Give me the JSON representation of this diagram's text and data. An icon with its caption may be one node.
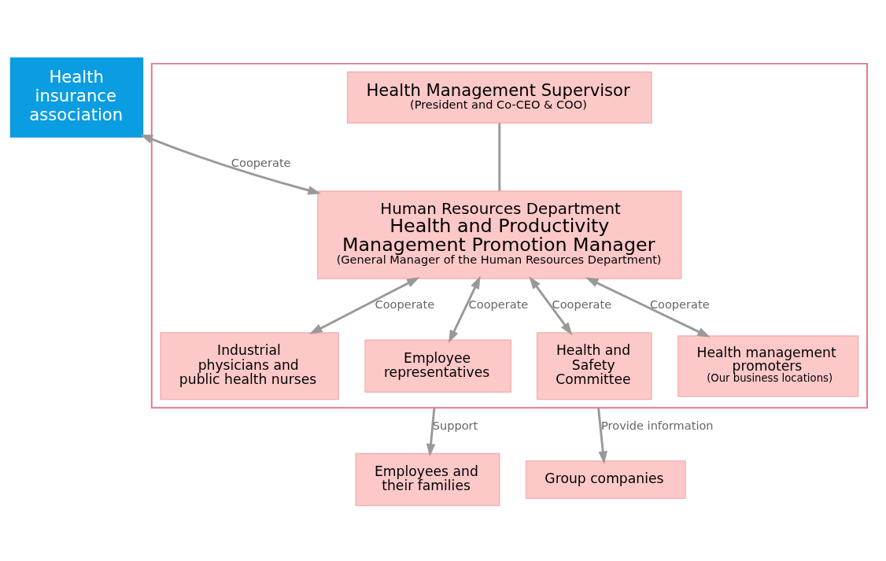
{
  "diagram": {
    "nodes": [
      {
        "text": [],
        "shape": "box"
      },
      {
        "text": [
          "Health Management Supervisor",
          "(President and Co-CEO & COO)"
        ],
        "in": 0
      },
      {
        "text": [
          "Human Resources Department",
          "Health and Productivity Management Promotion Manager",
          "(General Manager of the Human Resources Department)"
        ],
        "in": 0
      },
      {
        "text": [
          "Industrial physicians and public health nurses"
        ],
        "in": 0
      },
      {
        "text": [
          "Employee representatives"
        ],
        "in": 0
      },
      {
        "text": [
          "Health and Safety Committee"
        ],
        "in": 0
      },
      {
        "text": [
          "Health management promoters",
          "(Our business locations)"
        ],
        "in": 0
      },
      {
        "text": [
          "Health insurance association"
        ]
      },
      {
        "text": [
          "Employees and their families"
        ]
      },
      {
        "text": [
          "Group companies"
        ]
      }
    ],
    "edges": [
      {
        "from": 1,
        "to": 2,
        "arrow": "none"
      },
      {
        "from": 7,
        "to": 2,
        "arrow": "both",
        "label": "Cooperate"
      },
      {
        "from": 2,
        "to": 3,
        "arrow": "both",
        "label": "Cooperate"
      },
      {
        "from": 2,
        "to": 4,
        "arrow": "both",
        "label": "Cooperate"
      },
      {
        "from": 2,
        "to": 5,
        "arrow": "both",
        "label": "Cooperate"
      },
      {
        "from": 2,
        "to": 6,
        "arrow": "both",
        "label": "Cooperate"
      },
      {
        "from": 0,
        "to": 8,
        "arrow": "to",
        "label": "Support"
      },
      {
        "from": 0,
        "to": 9,
        "arrow": "to",
        "label": "Provide information"
      }
    ]
  }
}
